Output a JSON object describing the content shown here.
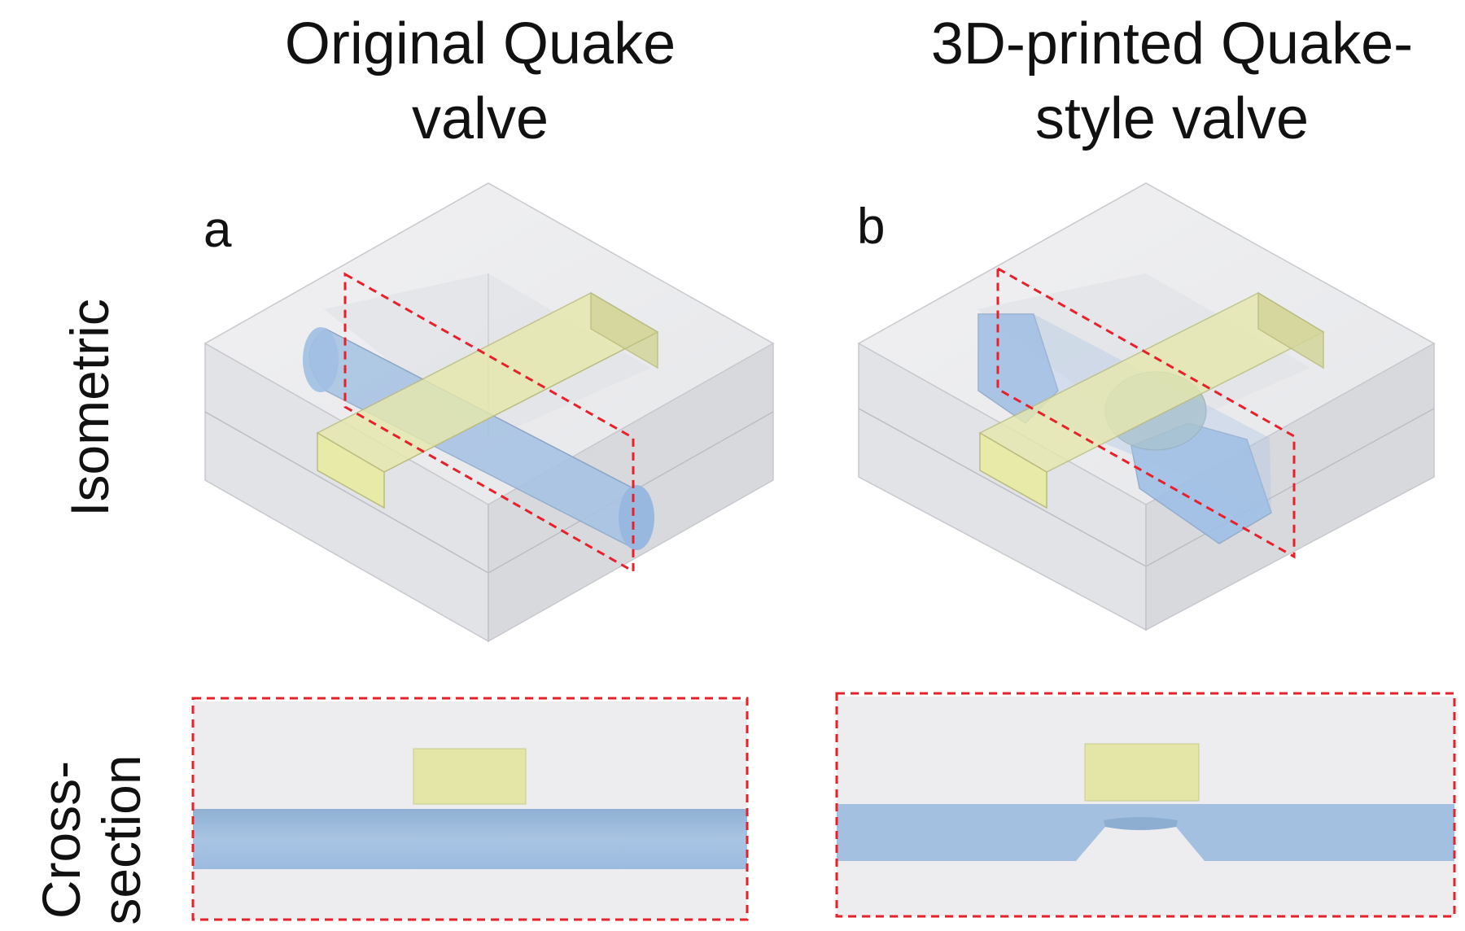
{
  "columns": {
    "a": {
      "title_line1": "Original Quake",
      "title_line2": "valve",
      "letter": "a"
    },
    "b": {
      "title_line1": "3D-printed Quake-",
      "title_line2": "style valve",
      "letter": "b"
    }
  },
  "rows": {
    "isometric": "Isometric",
    "cross_section_line1": "Cross-",
    "cross_section_line2": "section"
  },
  "colors": {
    "block_top": "#ededf0",
    "block_side": "#d9dade",
    "flow_channel": "#9fbde0",
    "control_channel": "#e4e6a8",
    "cut_plane": "#e8202a"
  }
}
